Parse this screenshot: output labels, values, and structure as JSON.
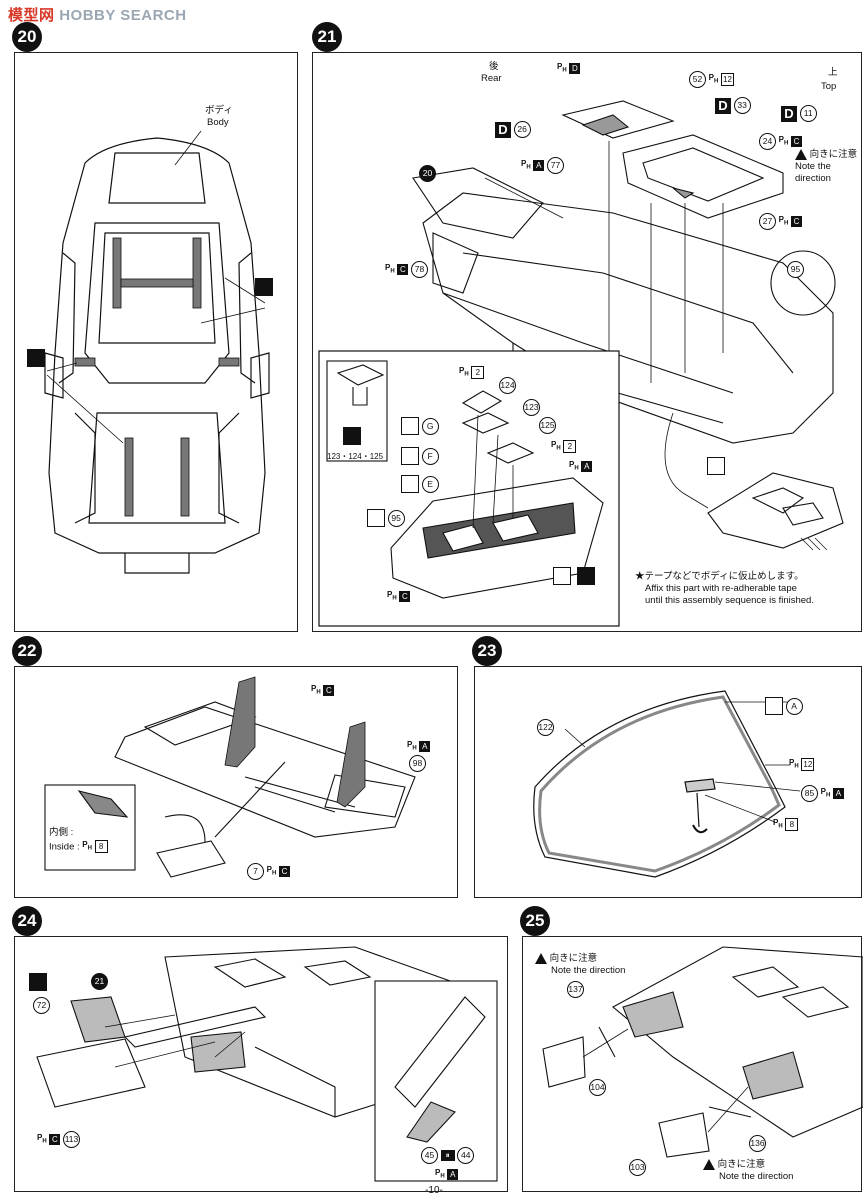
{
  "watermark": {
    "logo": "模型网",
    "text": "HOBBY SEARCH"
  },
  "page_number": "-10-",
  "common": {
    "ph": "P",
    "ph_sub": "H"
  },
  "step20": {
    "number": "20",
    "body_jp": "ボディ",
    "body_en": "Body"
  },
  "step21": {
    "number": "21",
    "rear_jp": "後",
    "rear_en": "Rear",
    "top_jp": "上",
    "top_en": "Top",
    "part_52": "52",
    "ph_12": "12",
    "d33": "33",
    "d26": "26",
    "d11": "11",
    "d_label": "D",
    "part_24": "24",
    "ph_C": "C",
    "ph_A": "A",
    "part_77": "77",
    "note_jp": "向きに注意",
    "note_en1": "Note the",
    "note_en2": "direction",
    "part_20": "20",
    "part_27": "27",
    "part_78": "78",
    "part_95": "95",
    "inset_ph_2": "2",
    "part_124": "124",
    "part_123": "123",
    "part_125": "125",
    "letter_G": "G",
    "letter_F": "F",
    "letter_E": "E",
    "multi": "123・124・125",
    "tape_jp": "★テープなどでボディに仮止めします。",
    "tape_en1": "Affix this part with re-adherable tape",
    "tape_en2": "until this assembly sequence is finished."
  },
  "step22": {
    "number": "22",
    "ph_C": "C",
    "ph_A": "A",
    "part_98": "98",
    "inside_jp": "内側",
    "inside_en": "Inside",
    "ph_8": "8",
    "part_7": "7"
  },
  "step23": {
    "number": "23",
    "letter_A": "A",
    "part_122": "122",
    "ph_12": "12",
    "part_85": "85",
    "ph_A": "A",
    "ph_8": "8"
  },
  "step24": {
    "number": "24",
    "part_21": "21",
    "part_72": "72",
    "part_113": "113",
    "ph_C": "C",
    "part_45": "45",
    "part_44": "44",
    "ph_A": "A"
  },
  "step25": {
    "number": "25",
    "note_jp": "向きに注意",
    "note_en": "Note the direction",
    "part_137": "137",
    "part_104": "104",
    "part_136": "136",
    "part_103": "103",
    "note2_jp": "向きに注意",
    "note2_en": "Note the direction"
  },
  "colors": {
    "ink": "#111111",
    "paper": "#ffffff",
    "gray": "#8a8a8a",
    "stripe": "#555555",
    "watermark": "#9aa7b3",
    "watermark_logo": "#d83a2a"
  }
}
